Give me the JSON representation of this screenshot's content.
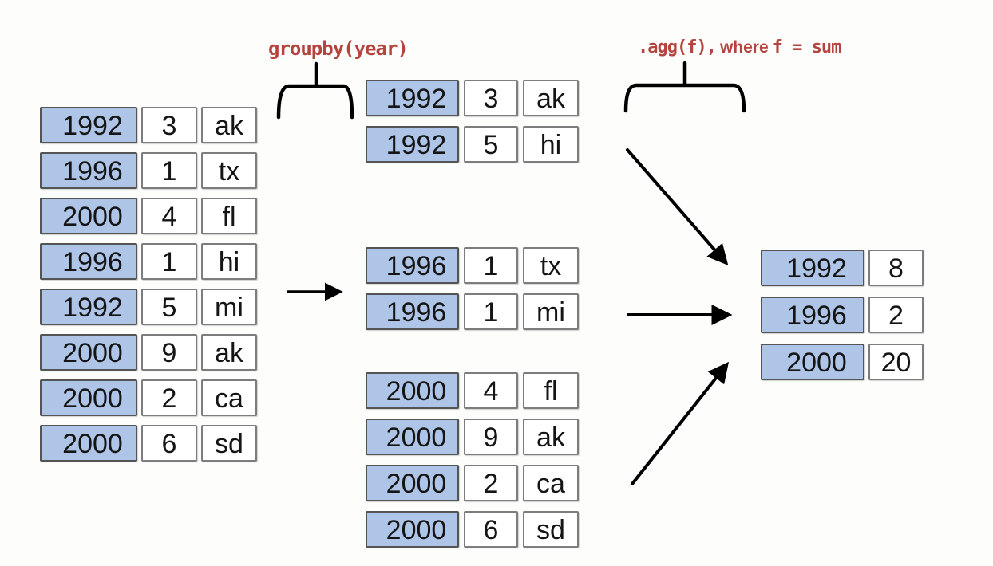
{
  "labels": {
    "groupby": "groupby(year)",
    "agg_prefix": ".agg(f),",
    "agg_middle": "where",
    "agg_suffix": "f = sum"
  },
  "colors": {
    "year_cell_fill": "#aec5e8",
    "year_cell_border": "#545454",
    "plain_cell_fill": "#ffffff",
    "plain_cell_border": "#7d7d7d",
    "label_red": "#b5443f",
    "arrow_and_brace": "#000000",
    "background": "#fdfdfb"
  },
  "source_table": {
    "rows": [
      {
        "year": "1992",
        "value": "3",
        "state": "ak"
      },
      {
        "year": "1996",
        "value": "1",
        "state": "tx"
      },
      {
        "year": "2000",
        "value": "4",
        "state": "fl"
      },
      {
        "year": "1996",
        "value": "1",
        "state": "hi"
      },
      {
        "year": "1992",
        "value": "5",
        "state": "mi"
      },
      {
        "year": "2000",
        "value": "9",
        "state": "ak"
      },
      {
        "year": "2000",
        "value": "2",
        "state": "ca"
      },
      {
        "year": "2000",
        "value": "6",
        "state": "sd"
      }
    ]
  },
  "grouped_tables": {
    "groups": [
      {
        "key": "1992",
        "rows": [
          {
            "year": "1992",
            "value": "3",
            "state": "ak"
          },
          {
            "year": "1992",
            "value": "5",
            "state": "hi"
          }
        ]
      },
      {
        "key": "1996",
        "rows": [
          {
            "year": "1996",
            "value": "1",
            "state": "tx"
          },
          {
            "year": "1996",
            "value": "1",
            "state": "mi"
          }
        ]
      },
      {
        "key": "2000",
        "rows": [
          {
            "year": "2000",
            "value": "4",
            "state": "fl"
          },
          {
            "year": "2000",
            "value": "9",
            "state": "ak"
          },
          {
            "year": "2000",
            "value": "2",
            "state": "ca"
          },
          {
            "year": "2000",
            "value": "6",
            "state": "sd"
          }
        ]
      }
    ]
  },
  "result_table": {
    "rows": [
      {
        "year": "1992",
        "total": "8"
      },
      {
        "year": "1996",
        "total": "2"
      },
      {
        "year": "2000",
        "total": "20"
      }
    ]
  }
}
